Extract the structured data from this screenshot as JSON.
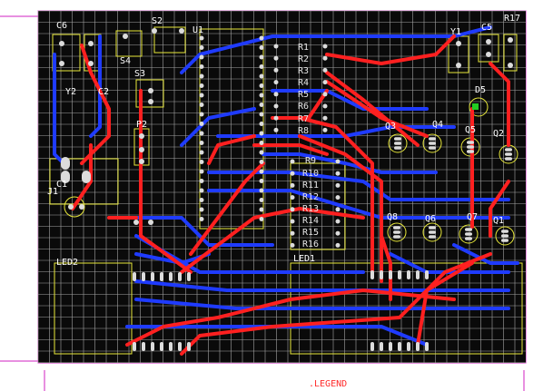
{
  "colors": {
    "board": "#0a0a0a",
    "grid": "#bfbfbf",
    "bottom_trace": "#1f3bff",
    "top_trace": "#ff2020",
    "silkscreen": "#e8e83a",
    "pad": "#dcdcdc",
    "frame": "#d020c0",
    "legend": "#ff2b2b",
    "pad_active": "#22cc22"
  },
  "labels": {
    "c6": "C6",
    "s2": "S2",
    "u1": "U1",
    "y1": "Y1",
    "c5": "C5",
    "r17": "R17",
    "y2": "Y2",
    "c2": "C2",
    "s4": "S4",
    "s3": "S3",
    "r1": "R1",
    "r2": "R2",
    "r3": "R3",
    "r4": "R4",
    "r5": "R5",
    "r6": "R6",
    "r7": "R7",
    "r8": "R8",
    "d5": "D5",
    "q3": "Q3",
    "q4": "Q4",
    "q5": "Q5",
    "q2": "Q2",
    "p2": "P2",
    "j1": "J1",
    "c1": "C1",
    "r9": "R9",
    "r10": "R10",
    "r11": "R11",
    "r12": "R12",
    "r13": "R13",
    "r14": "R14",
    "r15": "R15",
    "r16": "R16",
    "q8": "Q8",
    "q6": "Q6",
    "q7": "Q7",
    "q1": "Q1",
    "led2": "LED2",
    "led1": "LED1",
    "legend": ".LEGEND"
  }
}
